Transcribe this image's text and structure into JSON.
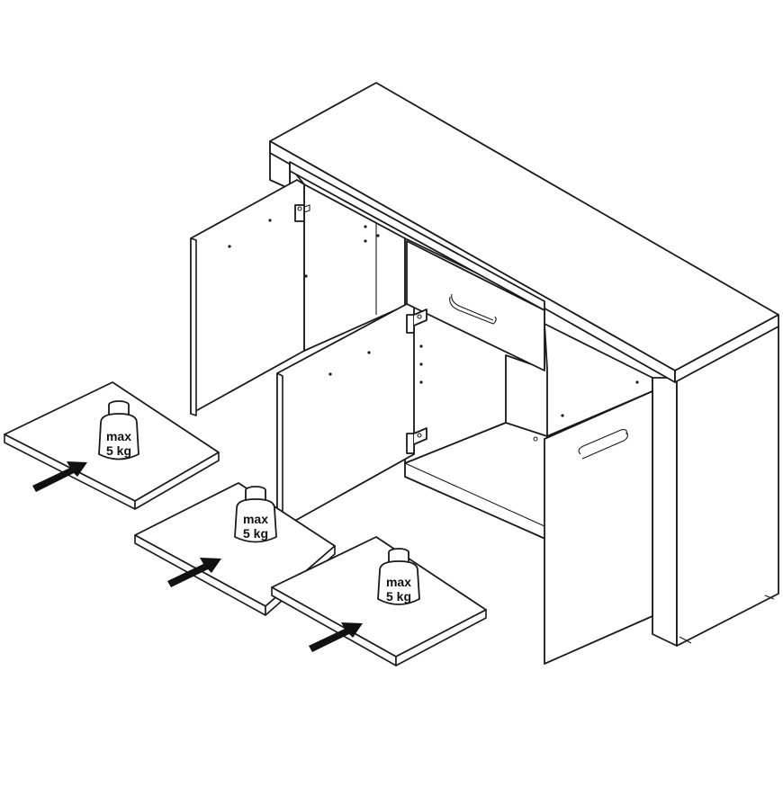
{
  "diagram": {
    "shelves": [
      {
        "weight_line1": "max",
        "weight_line2": "5 kg"
      },
      {
        "weight_line1": "max",
        "weight_line2": "5 kg"
      },
      {
        "weight_line1": "max",
        "weight_line2": "5 kg"
      }
    ],
    "icons": [
      "weight-icon",
      "insert-arrow-icon",
      "hinge-icon",
      "handle-icon"
    ],
    "colors": {
      "line": "#1a1a1a",
      "fill": "#ffffff"
    }
  }
}
